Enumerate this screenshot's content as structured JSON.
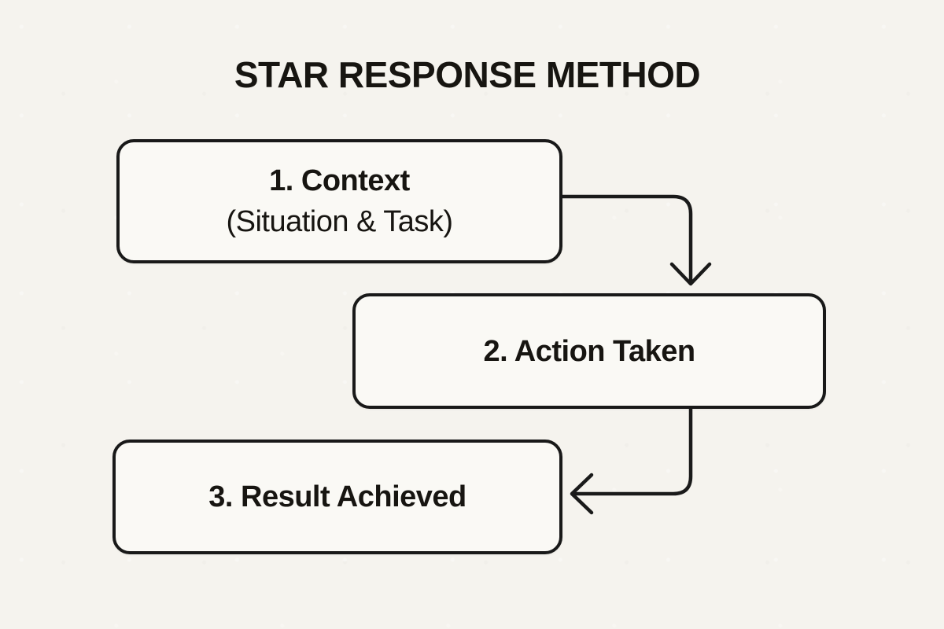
{
  "title": "STAR RESPONSE METHOD",
  "diagram": {
    "boxes": [
      {
        "id": "context",
        "step": 1,
        "line1": "1. Context",
        "line2": "(Situation & Task)"
      },
      {
        "id": "action",
        "step": 2,
        "line1": "2. Action Taken"
      },
      {
        "id": "result",
        "step": 3,
        "line1": "3. Result Achieved"
      }
    ],
    "connectors": [
      {
        "from": "context",
        "to": "action",
        "shape": "right-then-down",
        "arrowhead": "down-chevron"
      },
      {
        "from": "action",
        "to": "result",
        "shape": "down-then-left",
        "arrowhead": "left-chevron"
      }
    ],
    "colors": {
      "background": "#f5f3ee",
      "box_fill": "#faf9f5",
      "stroke": "#1a1a1a",
      "text": "#171511"
    }
  }
}
